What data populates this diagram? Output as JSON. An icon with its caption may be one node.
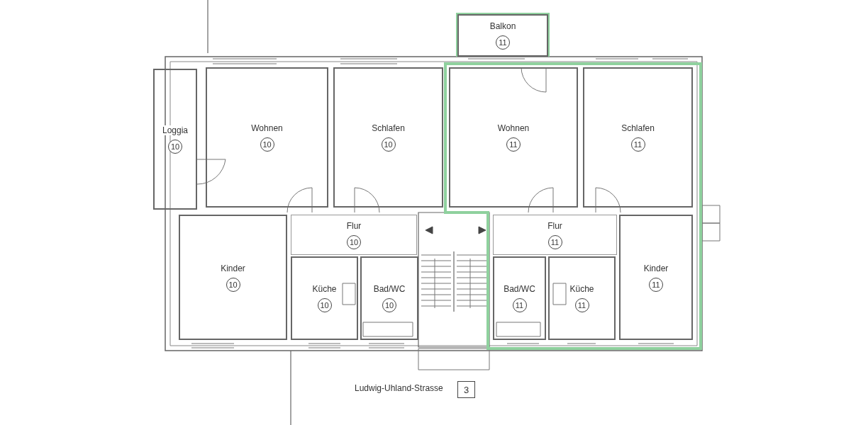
{
  "diagram": {
    "nodes": [
      {
        "text": [
          "Balkon",
          "11"
        ]
      },
      {
        "text": [
          "Loggia",
          "10"
        ]
      },
      {
        "text": [
          "Wohnen",
          "10"
        ]
      },
      {
        "text": [
          "Schlafen",
          "10"
        ]
      },
      {
        "text": [
          "Wohnen",
          "11"
        ]
      },
      {
        "text": [
          "Schlafen",
          "11"
        ]
      },
      {
        "text": [
          "Flur",
          "10"
        ]
      },
      {
        "text": [
          "Flur",
          "11"
        ]
      },
      {
        "text": [
          "Kinder",
          "10"
        ]
      },
      {
        "text": [
          "Küche",
          "10"
        ]
      },
      {
        "text": [
          "Bad/WC",
          "10"
        ]
      },
      {
        "text": [
          "Bad/WC",
          "11"
        ]
      },
      {
        "text": [
          "Küche",
          "11"
        ]
      },
      {
        "text": [
          "Kinder",
          "11"
        ]
      },
      {
        "text": [
          "3"
        ]
      }
    ],
    "edges": [],
    "labels": [
      "Ludwig-Uhland-Strasse"
    ]
  }
}
